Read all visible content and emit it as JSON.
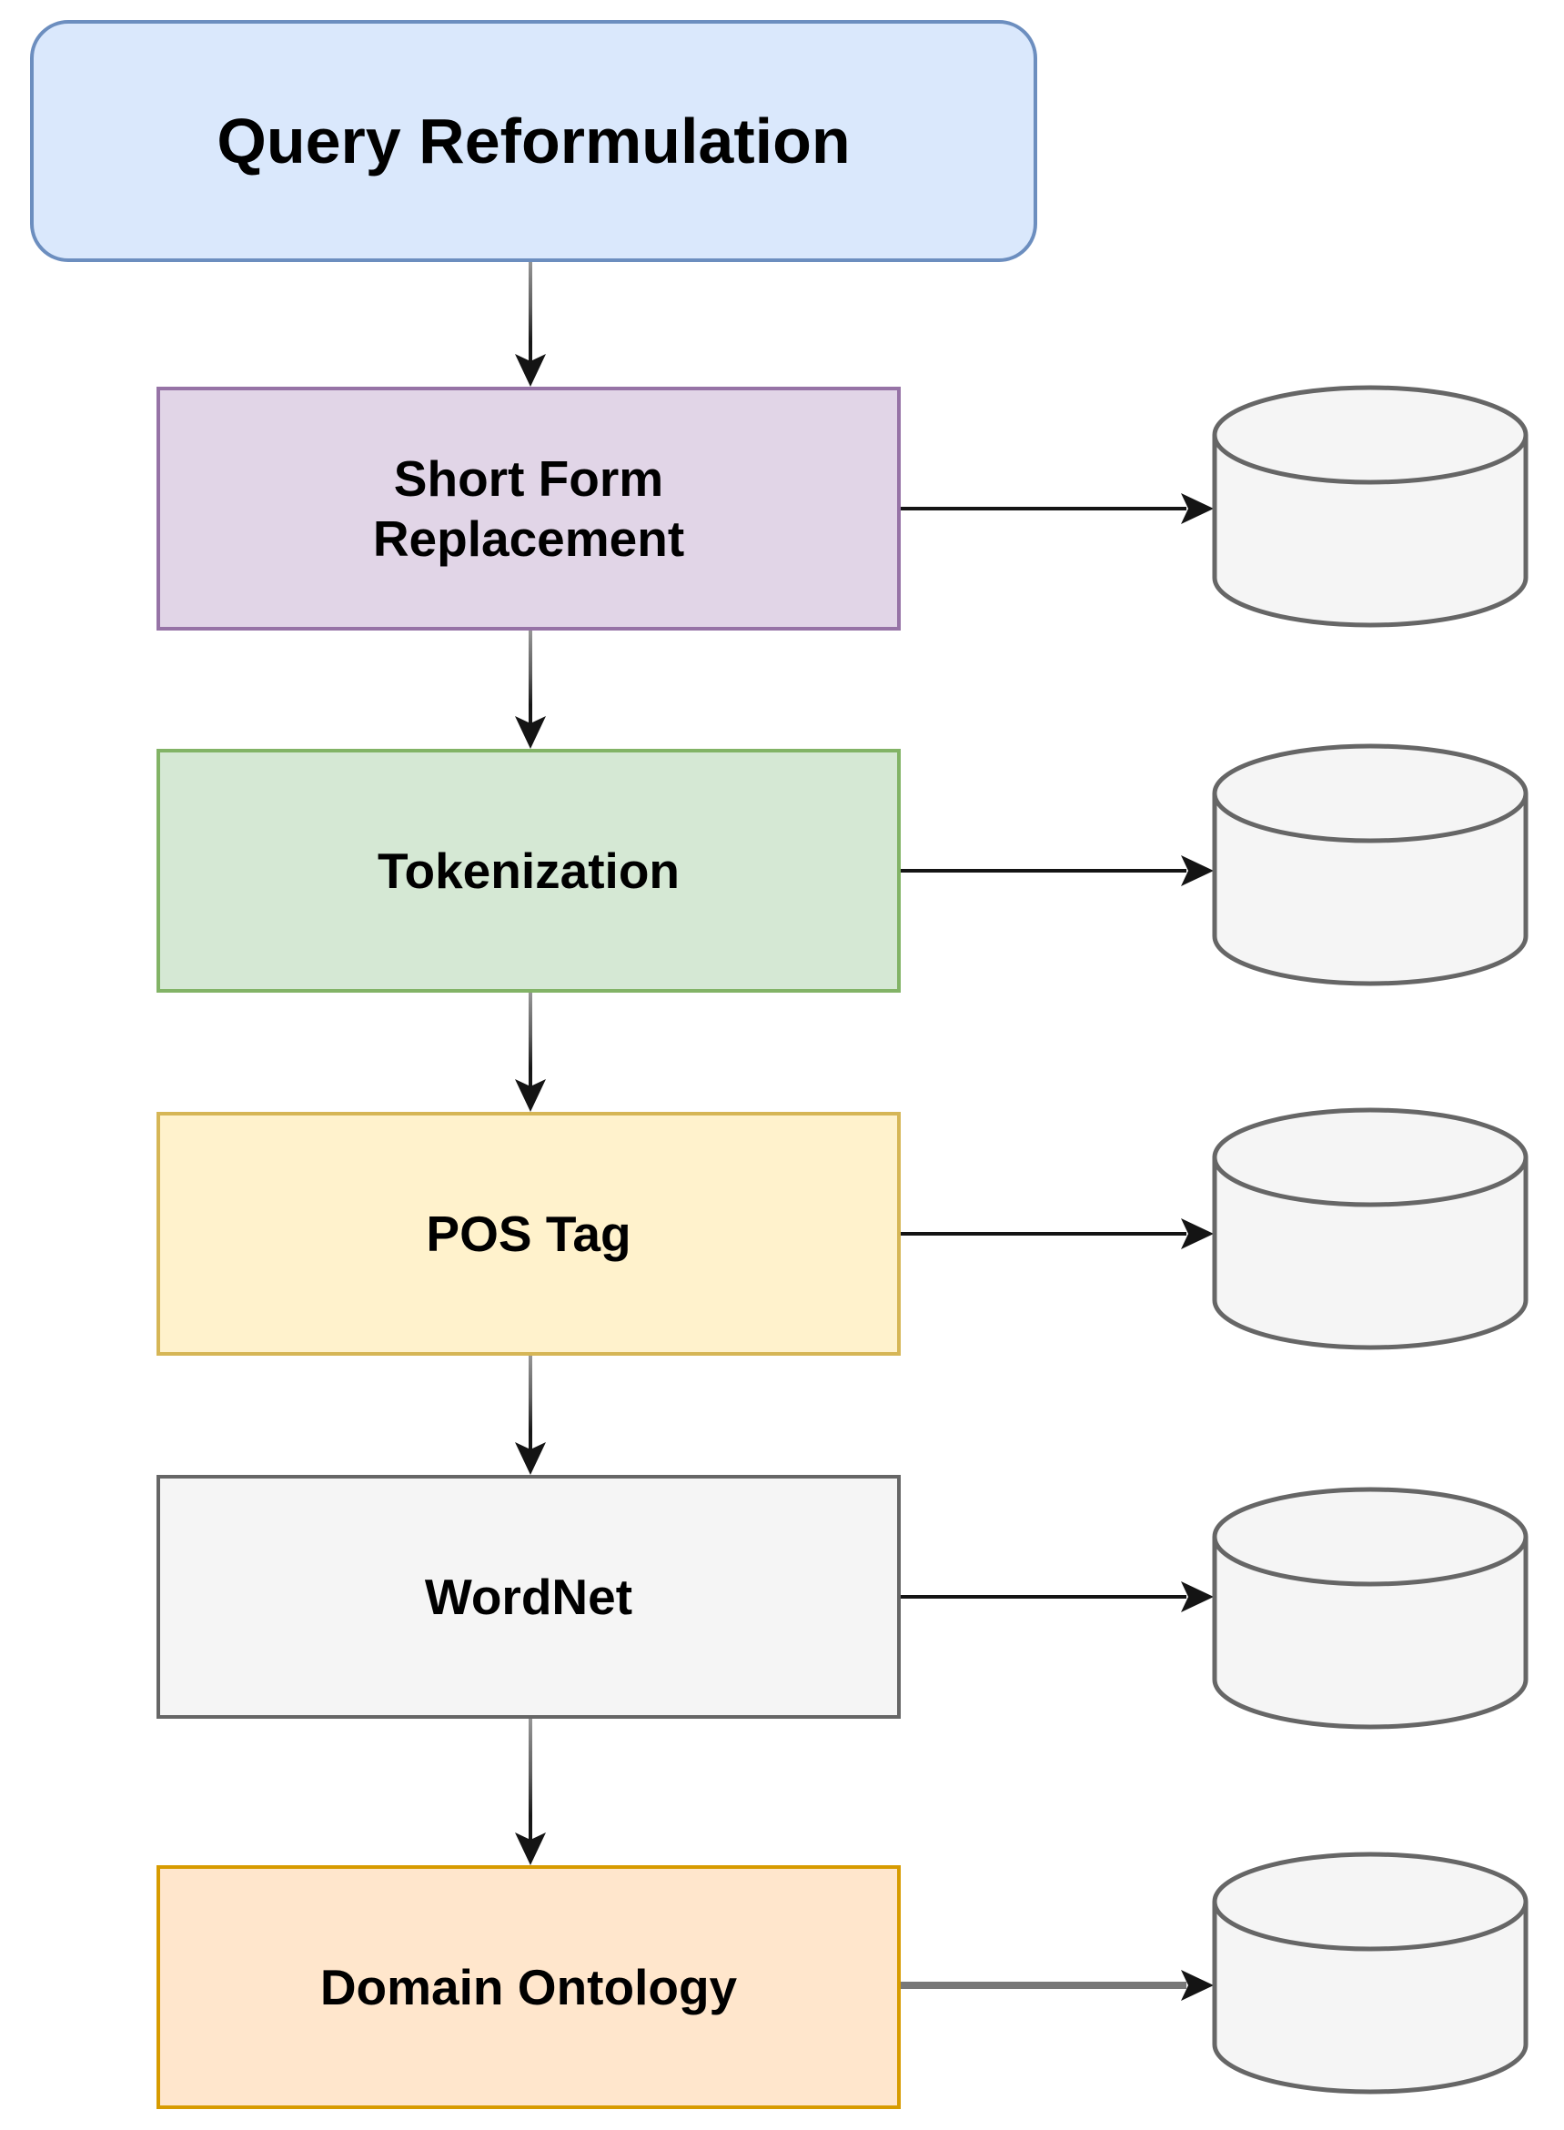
{
  "diagram": {
    "background": "#ffffff",
    "title": {
      "label": "Query Reformulation",
      "fill": "#dae8fc",
      "stroke": "#6c8ebf",
      "text_color": "#000000"
    },
    "steps": [
      {
        "label": "Short Form\nReplacement",
        "fill": "#e1d5e7",
        "stroke": "#9673a6"
      },
      {
        "label": "Tokenization",
        "fill": "#d5e8d4",
        "stroke": "#82b366"
      },
      {
        "label": "POS Tag",
        "fill": "#fff2cc",
        "stroke": "#d6b656"
      },
      {
        "label": "WordNet",
        "fill": "#f5f5f5",
        "stroke": "#666666"
      },
      {
        "label": "Domain Ontology",
        "fill": "#ffe6cc",
        "stroke": "#d79b00"
      }
    ],
    "database": {
      "icon": "database-cylinder",
      "count": 5,
      "fill": "#f5f5f5",
      "stroke": "#666666"
    },
    "arrows": {
      "dark": "#141414",
      "gray": "#787878",
      "gradient_top": "#969696"
    }
  }
}
